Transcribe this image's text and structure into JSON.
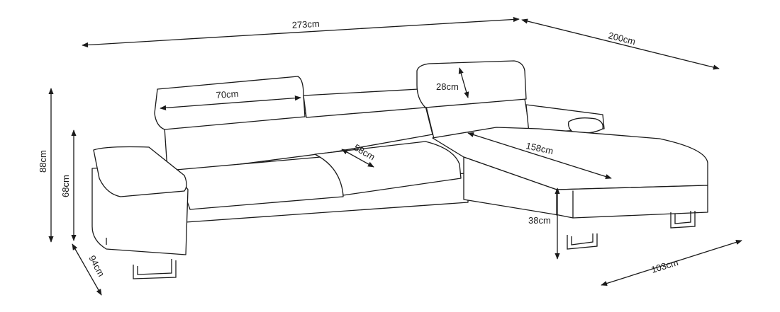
{
  "dimensions": {
    "total_width": "273cm",
    "chaise_length": "200cm",
    "total_height": "88cm",
    "back_height": "68cm",
    "seat_depth": "94cm",
    "headrest_width": "70cm",
    "headrest_height": "28cm",
    "cushion_depth": "58cm",
    "chaise_seat_length": "158cm",
    "seat_height": "38cm",
    "chaise_width": "103cm"
  },
  "colors": {
    "line": "#1a1a1a",
    "background": "#ffffff"
  }
}
